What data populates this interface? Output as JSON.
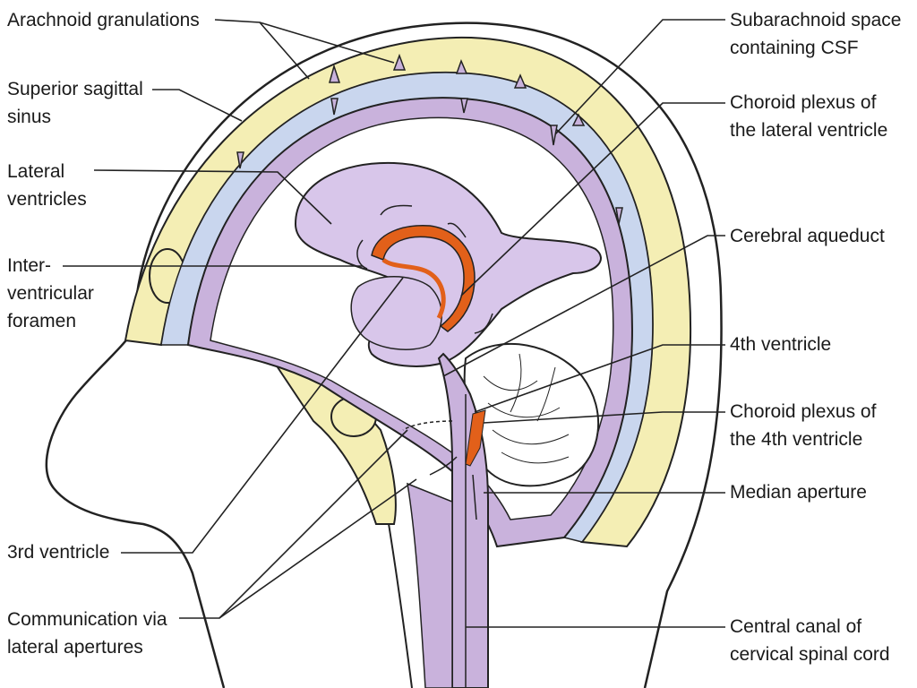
{
  "labels": {
    "arachnoid_granulations": [
      "Arachnoid granulations"
    ],
    "superior_sagittal_sinus": [
      "Superior sagittal",
      "sinus"
    ],
    "lateral_ventricles": [
      "Lateral",
      "ventricles"
    ],
    "interventricular_foramen": [
      "Inter-",
      "ventricular",
      "foramen"
    ],
    "third_ventricle": [
      "3rd ventricle"
    ],
    "lateral_apertures": [
      "Communication via",
      "lateral apertures"
    ],
    "subarachnoid_space": [
      "Subarachnoid space",
      "containing CSF"
    ],
    "choroid_plexus_lateral": [
      "Choroid plexus of",
      "the lateral ventricle"
    ],
    "cerebral_aqueduct": [
      "Cerebral aqueduct"
    ],
    "fourth_ventricle": [
      "4th ventricle"
    ],
    "choroid_plexus_fourth": [
      "Choroid plexus of",
      "the 4th ventricle"
    ],
    "median_aperture": [
      "Median aperture"
    ],
    "central_canal": [
      "Central canal of",
      "cervical spinal cord"
    ]
  },
  "colors": {
    "skull": "#f4eeb4",
    "subarachnoid": "#c9d6ee",
    "brain_tissue": "#c9b2dc",
    "ventricle": "#d8c6ea",
    "choroid_plexus": "#e2601a",
    "outline": "#222222"
  }
}
